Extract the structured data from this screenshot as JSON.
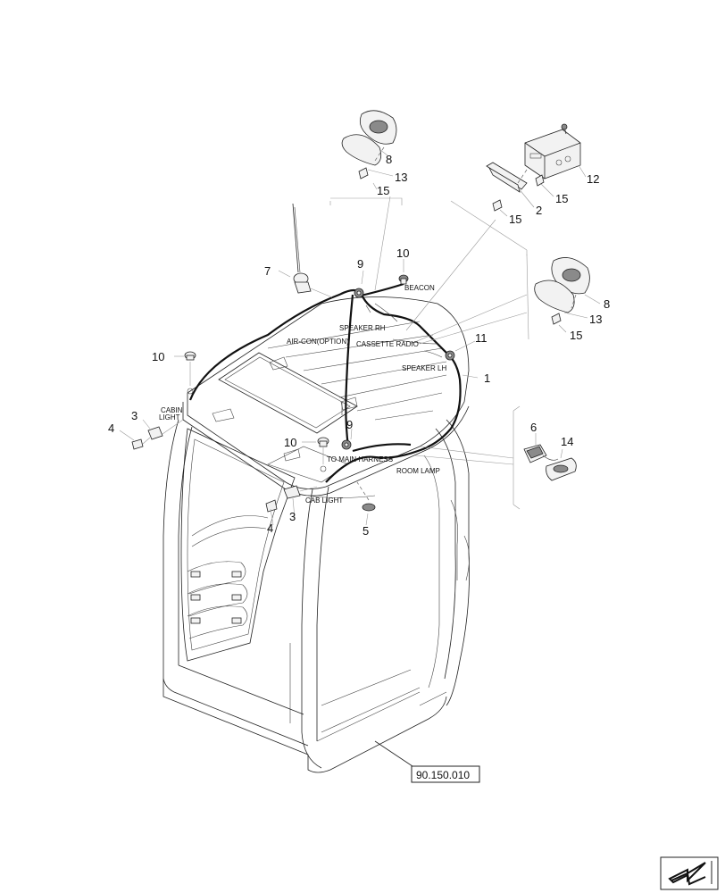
{
  "callouts": {
    "n1": "1",
    "n2": "2",
    "n3a": "3",
    "n3b": "3",
    "n4a": "4",
    "n4b": "4",
    "n5": "5",
    "n6": "6",
    "n7": "7",
    "n8a": "8",
    "n8b": "8",
    "n9a": "9",
    "n9b": "9",
    "n10a": "10",
    "n10b": "10",
    "n10c": "10",
    "n11": "11",
    "n12": "12",
    "n13a": "13",
    "n13b": "13",
    "n14": "14",
    "n15a": "15",
    "n15b": "15",
    "n15c": "15",
    "n15d": "15"
  },
  "labels": {
    "beacon": "BEACON",
    "speaker_rh": "SPEAKER RH",
    "air_con": "AIR-CON(OPTION)",
    "cassette_radio": "CASSETTE RADIO",
    "speaker_lh": "SPEAKER LH",
    "cabin_light_1": "CABIN",
    "cabin_light_2": "LIGHT",
    "to_main_harness": "TO MAIN HARNESS",
    "room_lamp": "ROOM LAMP",
    "cab_light": "CAB LIGHT"
  },
  "reference": "90.150.010",
  "nav_icon": "arrow-icon"
}
